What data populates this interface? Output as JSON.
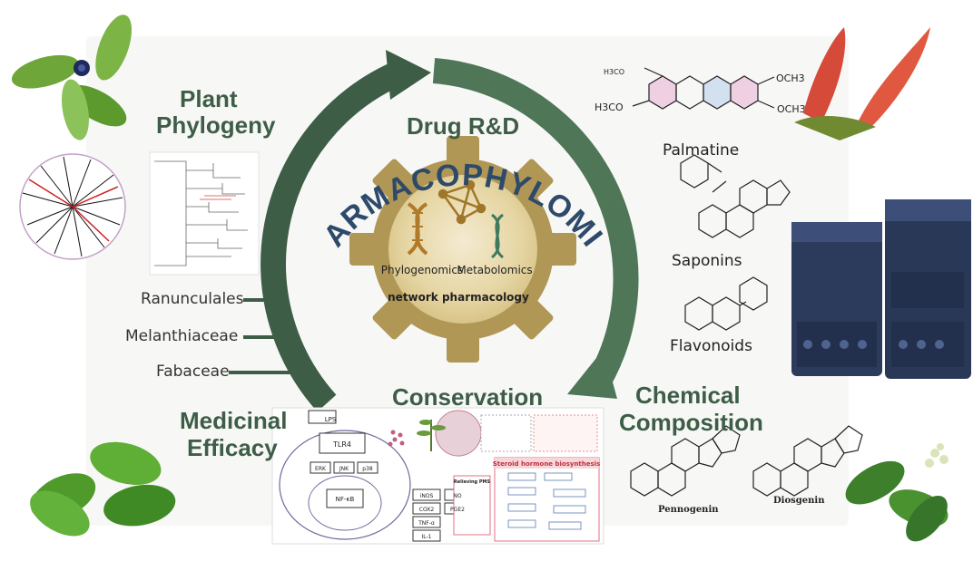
{
  "center": {
    "arc_text": "PHARMACOPHYLOMICS",
    "gear_left": "Phylogenomics",
    "gear_right": "Metabolomics",
    "gear_bottom": "network  pharmacology"
  },
  "cycle": {
    "top": "Drug R&D",
    "bottom": "Conservation"
  },
  "corners": {
    "top_left": [
      "Plant",
      "Phylogeny"
    ],
    "bottom_left": [
      "Medicinal",
      "Efficacy"
    ],
    "bottom_right": [
      "Chemical",
      "Composition"
    ]
  },
  "taxa": [
    "Ranunculales",
    "Melanthiaceae",
    "Fabaceae"
  ],
  "compounds": [
    "Palmatine",
    "Saponins",
    "Flavonoids"
  ],
  "structure_labels": {
    "palmatine_groups": [
      "H3CO",
      "H3CO",
      "OCH3",
      "OCH3"
    ],
    "sapogenins": [
      "Pennogenin",
      "Diosgenin"
    ]
  },
  "pathway": {
    "nodes": [
      "LPS",
      "TLR4",
      "ERK",
      "JNK",
      "p38",
      "NF-κB",
      "iNOS",
      "COX2",
      "TNF-α",
      "IL-1",
      "NO",
      "PGE2"
    ],
    "headings": [
      "Steroid hormone biosynthesis",
      "Relieving PMS"
    ]
  },
  "colors": {
    "arrow_dark": "#3e5d46",
    "arrow_mid": "#4e7657",
    "gear": "#b09756",
    "gear_center": "#e8d9a8",
    "label_green": "#3e5d46"
  }
}
